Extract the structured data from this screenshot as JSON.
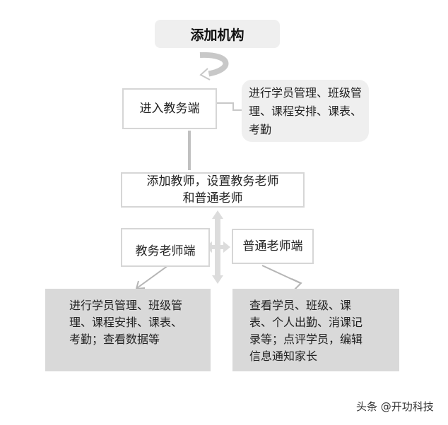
{
  "diagram": {
    "title": "添加机构",
    "step1": {
      "label": "进入教务端",
      "note": "进行学员管理、班级管理、课程安排、课表、考勤"
    },
    "step2": {
      "line1": "添加教师，设置教务老师",
      "line2": "和普通老师"
    },
    "branches": {
      "admin_teacher": {
        "label": "教务老师端",
        "desc": "进行学员管理、班级管理、课程安排、课表、考勤；查看数据等"
      },
      "regular_teacher": {
        "label": "普通老师端",
        "desc": "查看学员、班级、课表、个人出勤、消课记录等；点评学员，编辑信息通知家长"
      }
    }
  },
  "colors": {
    "title_bg": "#efefef",
    "border": "#d6d6d6",
    "filled_bg": "#d9d9d9",
    "connector": "#c8c8c8"
  },
  "watermark": "头条 @开功科技"
}
